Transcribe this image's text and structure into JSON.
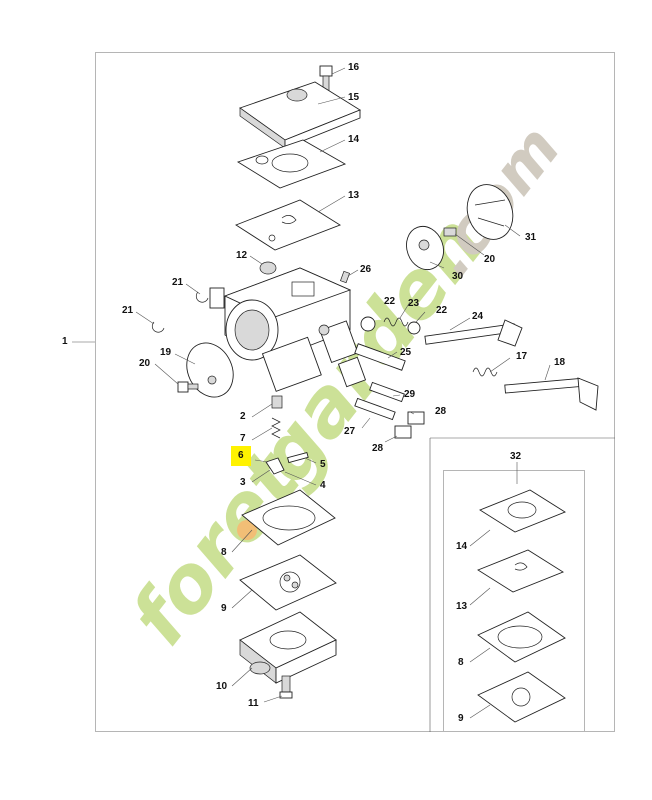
{
  "diagram": {
    "highlight_color": "#fff200",
    "watermark": {
      "text": "foretgarden.com",
      "colors": {
        "green": "#c4dc86",
        "orange": "#f0b35f",
        "grey": "#c9c2b6"
      }
    },
    "labels": {
      "p1": "1",
      "p2": "2",
      "p3": "3",
      "p4": "4",
      "p5": "5",
      "p6": "6",
      "p7": "7",
      "p8": "8",
      "p9": "9",
      "p10": "10",
      "p11": "11",
      "p12": "12",
      "p13": "13",
      "p14": "14",
      "p15": "15",
      "p16": "16",
      "p17": "17",
      "p18": "18",
      "p19": "19",
      "p20a": "20",
      "p20b": "20",
      "p21a": "21",
      "p21b": "21",
      "p22a": "22",
      "p22b": "22",
      "p23": "23",
      "p24": "24",
      "p25": "25",
      "p26": "26",
      "p27": "27",
      "p28a": "28",
      "p28b": "28",
      "p29": "29",
      "p30": "30",
      "p31": "31",
      "p32": "32",
      "k14": "14",
      "k13": "13",
      "k8": "8",
      "k9": "9"
    }
  }
}
